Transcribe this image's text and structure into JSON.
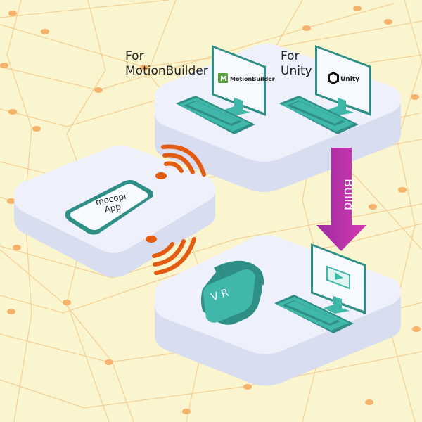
{
  "labels": {
    "motionbuilder": [
      "For",
      "MotionBuilder"
    ],
    "unity": [
      "For",
      "Unity"
    ],
    "phone": [
      "mocopi",
      "App"
    ],
    "build": "Build"
  },
  "logos": {
    "motionbuilder": {
      "letter": "M",
      "text": "MotionBuilder"
    },
    "unity": {
      "text": "Unity"
    }
  },
  "vr_headset": {
    "text": "V R"
  },
  "colors": {
    "background": "#fbf5cf",
    "grid_line": "#f2cf95",
    "grid_node": "#f6b26b",
    "platform": "#eef0fb",
    "platform_side": "#d9ddf0",
    "device_teal": "#3fb7a9",
    "device_dark_teal": "#2f8f87",
    "signal_orange": "#e35b10",
    "build_arrow": "#b72aa5"
  }
}
